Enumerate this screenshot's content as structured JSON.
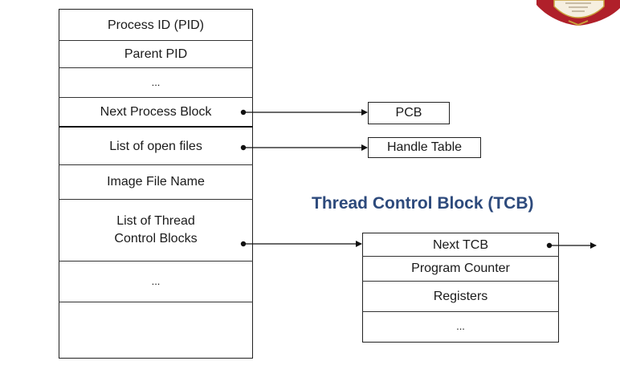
{
  "pcb_fields": [
    "Process ID (PID)",
    "Parent PID",
    "...",
    "Next Process Block",
    "List of open files",
    "Image File Name",
    "List of Thread\nControl Blocks",
    "...",
    ""
  ],
  "targets": {
    "pcb": "PCB",
    "handle_table": "Handle Table"
  },
  "tcb": {
    "title": "Thread Control Block (TCB)",
    "fields": [
      "Next TCB",
      "Program Counter",
      "Registers",
      "..."
    ]
  },
  "colors": {
    "title": "#2d4a7c",
    "logo_red": "#b0202a",
    "logo_gold": "#c9a23a"
  },
  "icons": [
    "university-seal-icon"
  ]
}
